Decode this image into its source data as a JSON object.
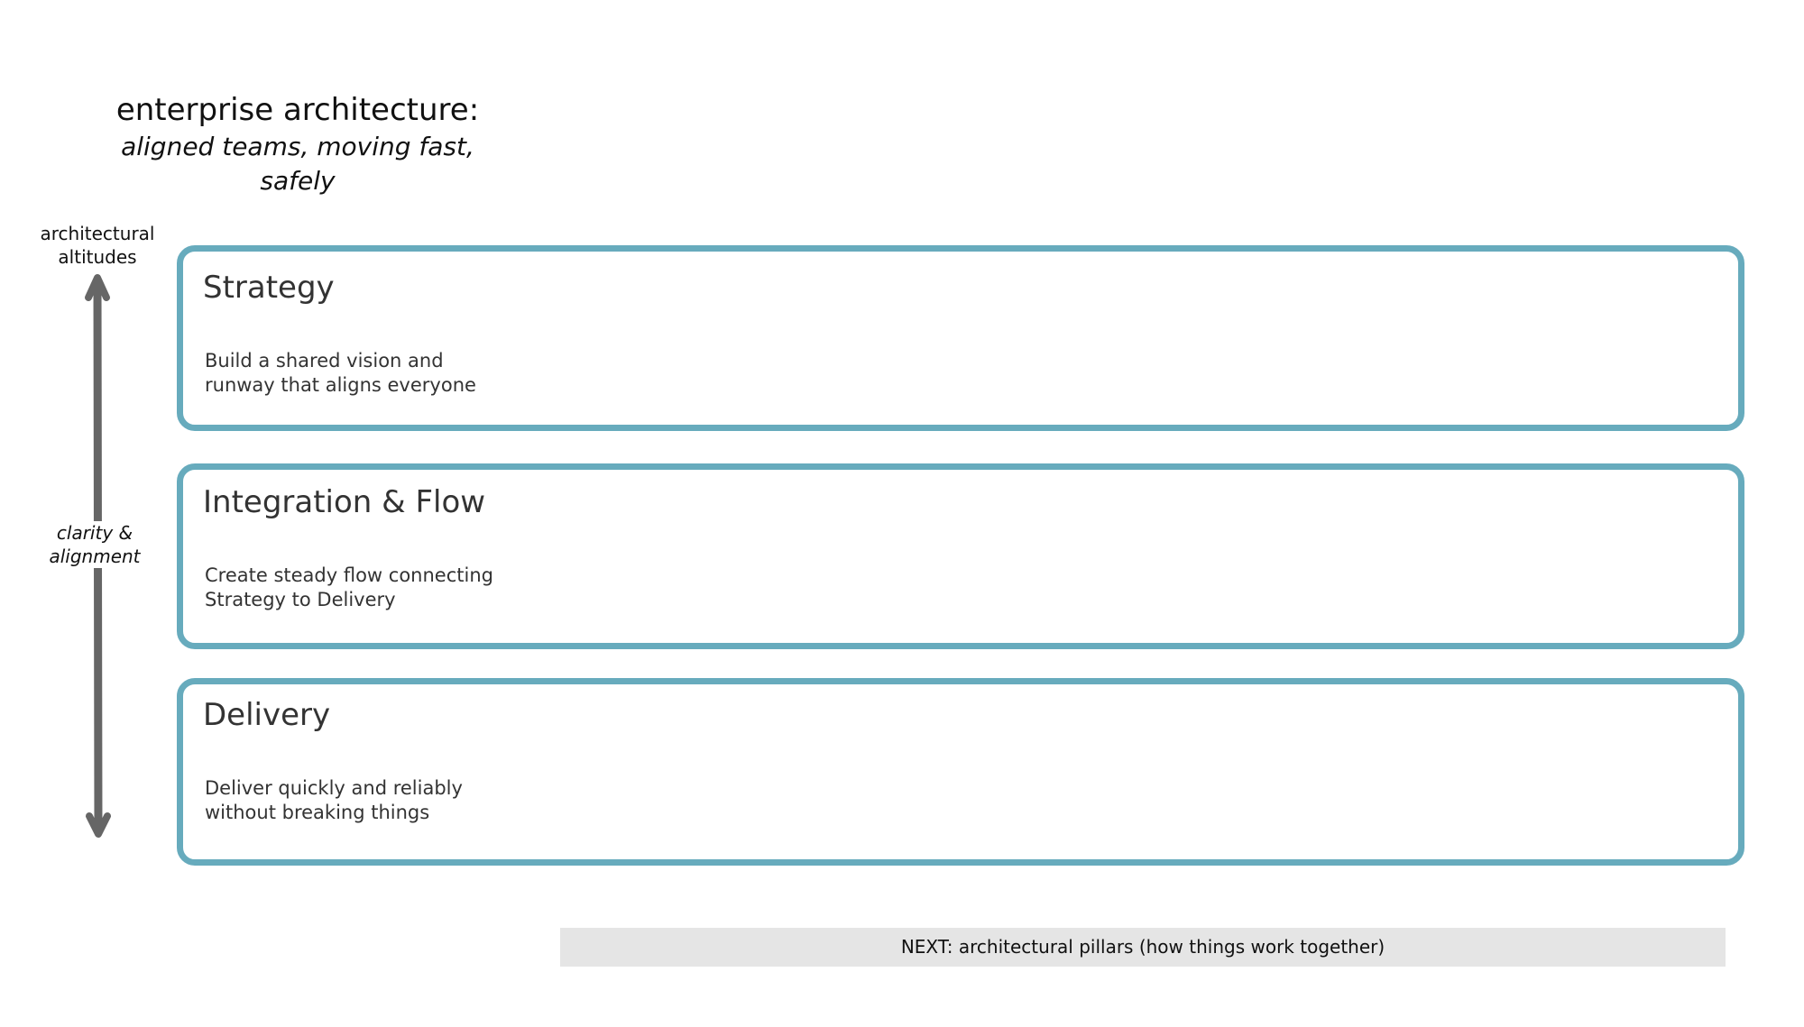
{
  "header": {
    "title": "enterprise architecture:",
    "subtitle": "aligned teams, moving fast, safely"
  },
  "axis": {
    "top_label": "architectural altitudes",
    "top_label_line1": "architectural",
    "top_label_line2": "altitudes",
    "middle_label_line1": "clarity &",
    "middle_label_line2": "alignment",
    "arrow_color": "#666666",
    "direction": "bidirectional-vertical"
  },
  "layers": [
    {
      "title": "Strategy",
      "description_line1": "Build a shared vision and",
      "description_line2": "runway that aligns everyone"
    },
    {
      "title": "Integration & Flow",
      "description_line1": "Create steady flow connecting",
      "description_line2": "Strategy to Delivery"
    },
    {
      "title": "Delivery",
      "description_line1": "Deliver quickly and reliably",
      "description_line2": "without breaking things"
    }
  ],
  "footer": {
    "next_label": "NEXT: architectural pillars (how things work together)"
  },
  "colors": {
    "box_border": "#67abbd",
    "footer_bg": "#e5e5e5",
    "text": "#333333"
  }
}
